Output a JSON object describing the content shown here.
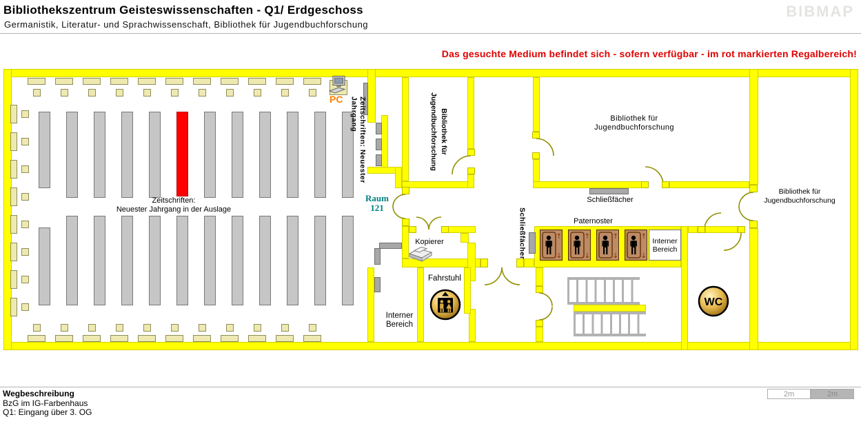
{
  "header": {
    "title": "Bibliothekszentrum Geisteswissenschaften - Q1/ Erdgeschoss",
    "subtitle": "Germanistik, Literatur- und Sprachwissenschaft, Bibliothek für Jugendbuchforschung",
    "logo": "BIBMAP"
  },
  "notice": {
    "text": "Das gesuchte Medium befindet sich - sofern verfügbar -  im rot markierten Regalbereich!",
    "color": "#e00000"
  },
  "map": {
    "left_room": {
      "highlight_label_line1": "Zeitschriften:",
      "highlight_label_line2": "Neuester Jahrgang in der Auslage",
      "pc_label": "PC",
      "journals_vertical_label": "Zeitschriften: Neuester Jahrgang",
      "furniture": {
        "shelf_columns": 12,
        "highlighted_column": 5,
        "top_tables": 11,
        "bottom_tables": 11,
        "left_tables": 8
      }
    },
    "room_number": {
      "line1": "Raum",
      "line2": "121"
    },
    "youth_library_small": {
      "line1": "Bibliothek für",
      "line2": "Jugendbuchforschung"
    },
    "youth_library_top": {
      "line1": "Bibliothek für",
      "line2": "Jugendbuchforschung"
    },
    "youth_library_right": {
      "line1": "Bibliothek für",
      "line2": "Jugendbuchforschung"
    },
    "lockers_top_label": "Schließfächer",
    "lockers_vertical_label": "Schließfächer",
    "paternoster": {
      "label": "Paternoster",
      "cells": 4
    },
    "internal_area_right": {
      "line1": "Interner",
      "line2": "Bereich"
    },
    "internal_area_left": {
      "line1": "Interner",
      "line2": "Bereich"
    },
    "copier_label": "Kopierer",
    "elevator_label": "Fahrstuhl",
    "wc_label": "WC"
  },
  "footer": {
    "heading": "Wegbeschreibung",
    "line1": "BzG im IG-Farbenhaus",
    "line2": "Q1: Eingang über 3. OG"
  },
  "scale_bar": {
    "left": "2m",
    "right": "2m"
  },
  "colors": {
    "wall": "#ffff00",
    "shelf": "#c6c6c6",
    "highlight": "#ff0000",
    "notice": "#e00000",
    "room_number": "#008080",
    "door_arc": "#8f8f00",
    "gold": "#e9bc52",
    "paternoster": "#bd8c66"
  }
}
